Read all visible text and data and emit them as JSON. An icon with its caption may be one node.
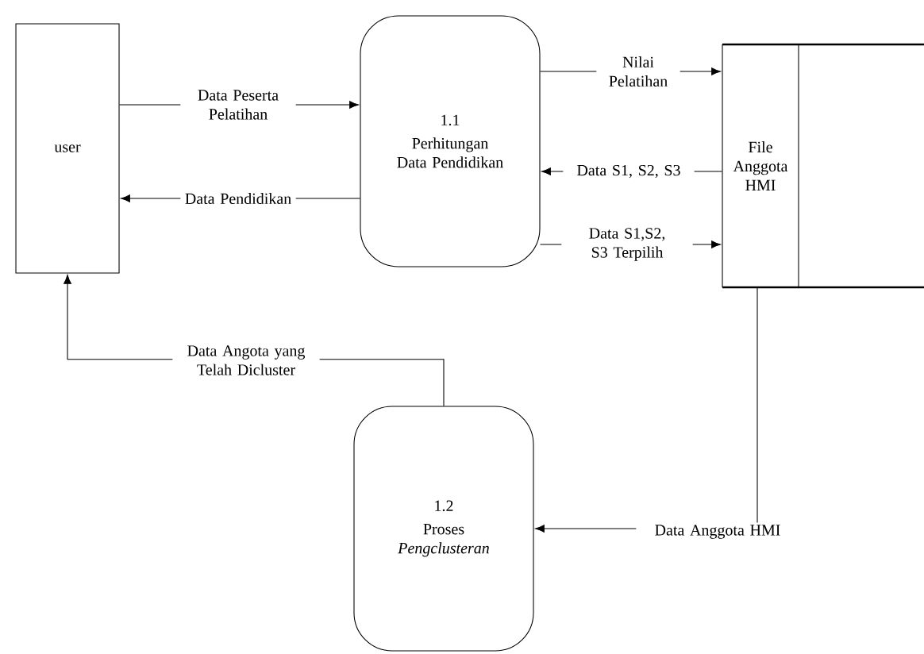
{
  "diagram": {
    "nodes": [
      {
        "text": [
          "user"
        ]
      },
      {
        "text": [
          "1.1",
          "Perhitungan Data Pendidikan"
        ]
      },
      {
        "text": [
          "File Anggota HMI"
        ]
      },
      {
        "text": [
          "1.2",
          "Proses *Pengclusteran*"
        ]
      }
    ],
    "edges": [
      {
        "from": 0,
        "to": 1,
        "arrow": "to",
        "label": "Data Peserta Pelatihan"
      },
      {
        "from": 1,
        "to": 0,
        "arrow": "to",
        "label": "Data Pendidikan"
      },
      {
        "from": 1,
        "to": 2,
        "arrow": "to",
        "label": "Nilai Pelatihan"
      },
      {
        "from": 2,
        "to": 1,
        "arrow": "to",
        "label": "Data S1, S2, S3"
      },
      {
        "from": 1,
        "to": 2,
        "arrow": "to",
        "label": "Data S1,S2, S3 Terpilih"
      },
      {
        "from": 2,
        "to": 3,
        "arrow": "to",
        "label": "Data Anggota HMI"
      },
      {
        "from": 3,
        "to": 0,
        "arrow": "to",
        "label": "Data Angota yang Telah Dicluster"
      }
    ]
  }
}
